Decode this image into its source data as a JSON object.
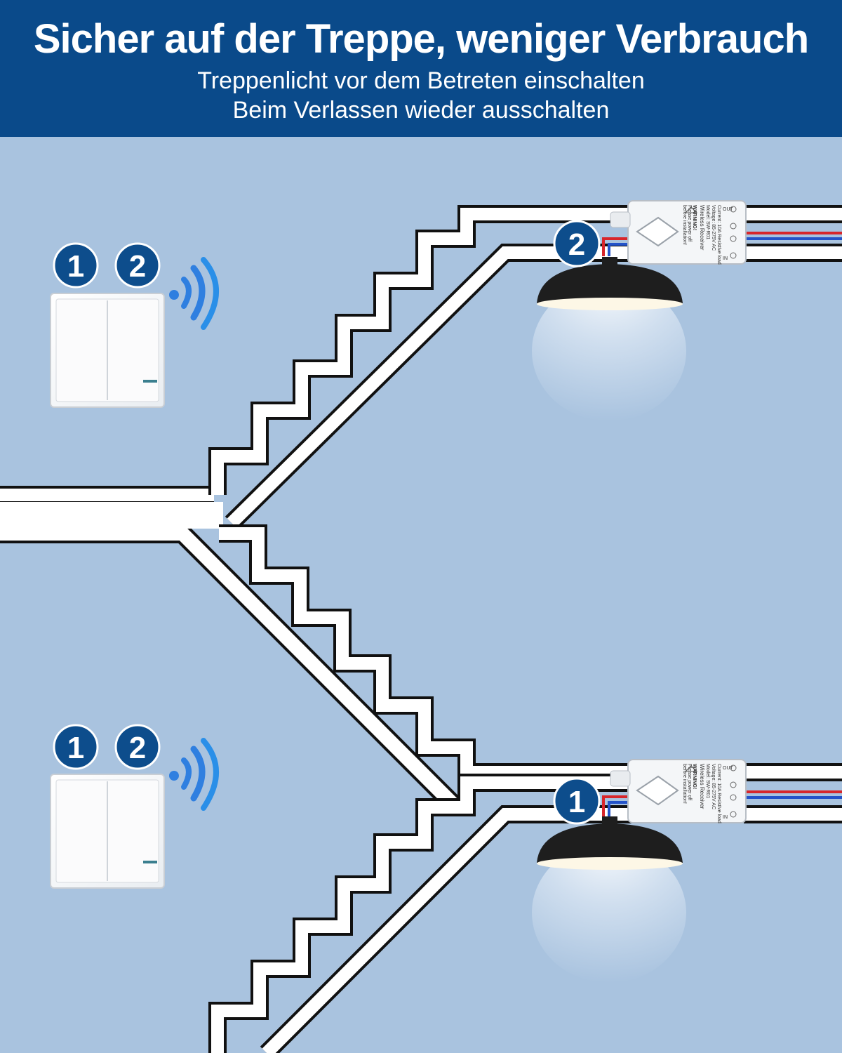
{
  "header": {
    "title": "Sicher auf der Treppe, weniger Verbrauch",
    "subtitle_line1": "Treppenlicht vor dem Betreten einschalten",
    "subtitle_line2": "Beim Verlassen wieder ausschalten"
  },
  "colors": {
    "banner": "#0a4a8a",
    "wall": "#a9c3df",
    "badge": "#0d4d8c",
    "wave": "#2f7fe0",
    "lamp": "#1e1e1e",
    "wire_red": "#d8262b",
    "wire_blue": "#2453c9"
  },
  "upper_switch": {
    "badges": [
      "1",
      "2"
    ],
    "icon": "wireless-signal-icon"
  },
  "lower_switch": {
    "badges": [
      "1",
      "2"
    ],
    "icon": "wireless-signal-icon"
  },
  "upper_receiver": {
    "lamp_badge": "2",
    "label": {
      "warning": "WARNING!",
      "warning_note1": "Please power off",
      "warning_note2": "before installation!",
      "name": "Wireless Receiver",
      "model": "Model: SW-R01",
      "voltage": "Voltage: 85-275V AC",
      "current": "Current: 10A Resistive load",
      "in": "IN",
      "out": "OUT"
    }
  },
  "lower_receiver": {
    "lamp_badge": "1",
    "label": {
      "warning": "WARNING!",
      "warning_note1": "Please power off",
      "warning_note2": "before installation!",
      "name": "Wireless Receiver",
      "model": "Model: SW-R01",
      "voltage": "Voltage: 85-275V AC",
      "current": "Current: 10A Resistive load",
      "in": "IN",
      "out": "OUT"
    }
  }
}
